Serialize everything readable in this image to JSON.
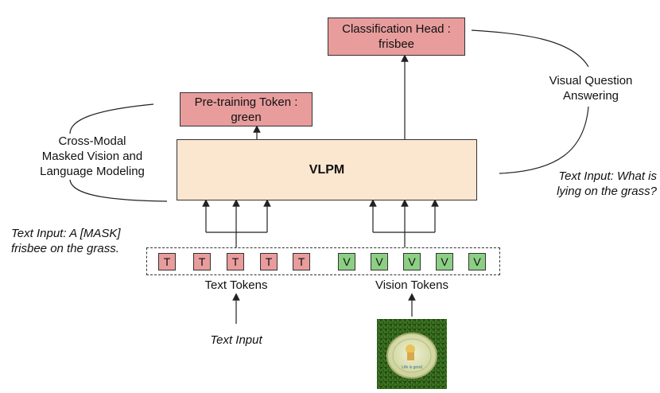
{
  "classification_head": {
    "title": "Classification Head :",
    "value": "frisbee"
  },
  "pretraining_token": {
    "title": "Pre-training Token :",
    "value": "green"
  },
  "vlpm": {
    "label": "VLPM"
  },
  "left_task": {
    "line1": "Cross-Modal",
    "line2": "Masked Vision and",
    "line3": "Language Modeling"
  },
  "right_task": {
    "line1": "Visual Question",
    "line2": "Answering"
  },
  "left_text_input": {
    "line1": "Text Input: A [MASK]",
    "line2": "frisbee on the grass."
  },
  "right_text_input": {
    "line1": "Text Input: What is",
    "line2": "lying on the grass?"
  },
  "tokens": {
    "text": [
      "T",
      "T",
      "T",
      "T",
      "T"
    ],
    "vision": [
      "V",
      "V",
      "V",
      "V",
      "V"
    ],
    "text_label": "Text Tokens",
    "vision_label": "Vision Tokens"
  },
  "inputs": {
    "text_input_label": "Text Input"
  },
  "colors": {
    "text_token": "#e89c9c",
    "vision_token": "#8ccf84",
    "vlpm_fill": "#fbe6d0",
    "head_fill": "#e89c9c"
  },
  "image": {
    "frisbee_logo_text": "Life is good"
  }
}
